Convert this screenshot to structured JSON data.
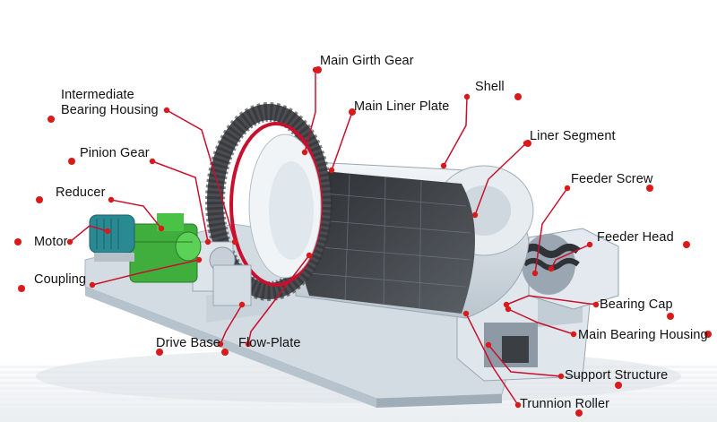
{
  "diagram": {
    "labels": {
      "main_girth_gear": "Main Girth Gear",
      "intermediate_bearing_housing_line1": "Intermediate",
      "intermediate_bearing_housing_line2": "Bearing Housing",
      "main_liner_plate": "Main Liner Plate",
      "shell": "Shell",
      "pinion_gear": "Pinion Gear",
      "liner_segment": "Liner Segment",
      "reducer": "Reducer",
      "feeder_screw": "Feeder Screw",
      "motor": "Motor",
      "feeder_head": "Feeder Head",
      "coupling": "Coupling",
      "bearing_cap": "Bearing Cap",
      "main_bearing_housing": "Main Bearing Housing",
      "drive_base": "Drive Base",
      "flow_plate": "Flow-Plate",
      "support_structure": "Support Structure",
      "trunnion_roller": "Trunnion Roller"
    },
    "colors": {
      "leader_line": "#c8102e",
      "dot": "#d91a1a",
      "machine_body": "#dfe7ed",
      "machine_shadow": "#aebbc5",
      "interior": "#3d4146",
      "gear_ring": "#4a4d52",
      "gearbox": "#3fae3c",
      "motor": "#2a8a93"
    }
  }
}
